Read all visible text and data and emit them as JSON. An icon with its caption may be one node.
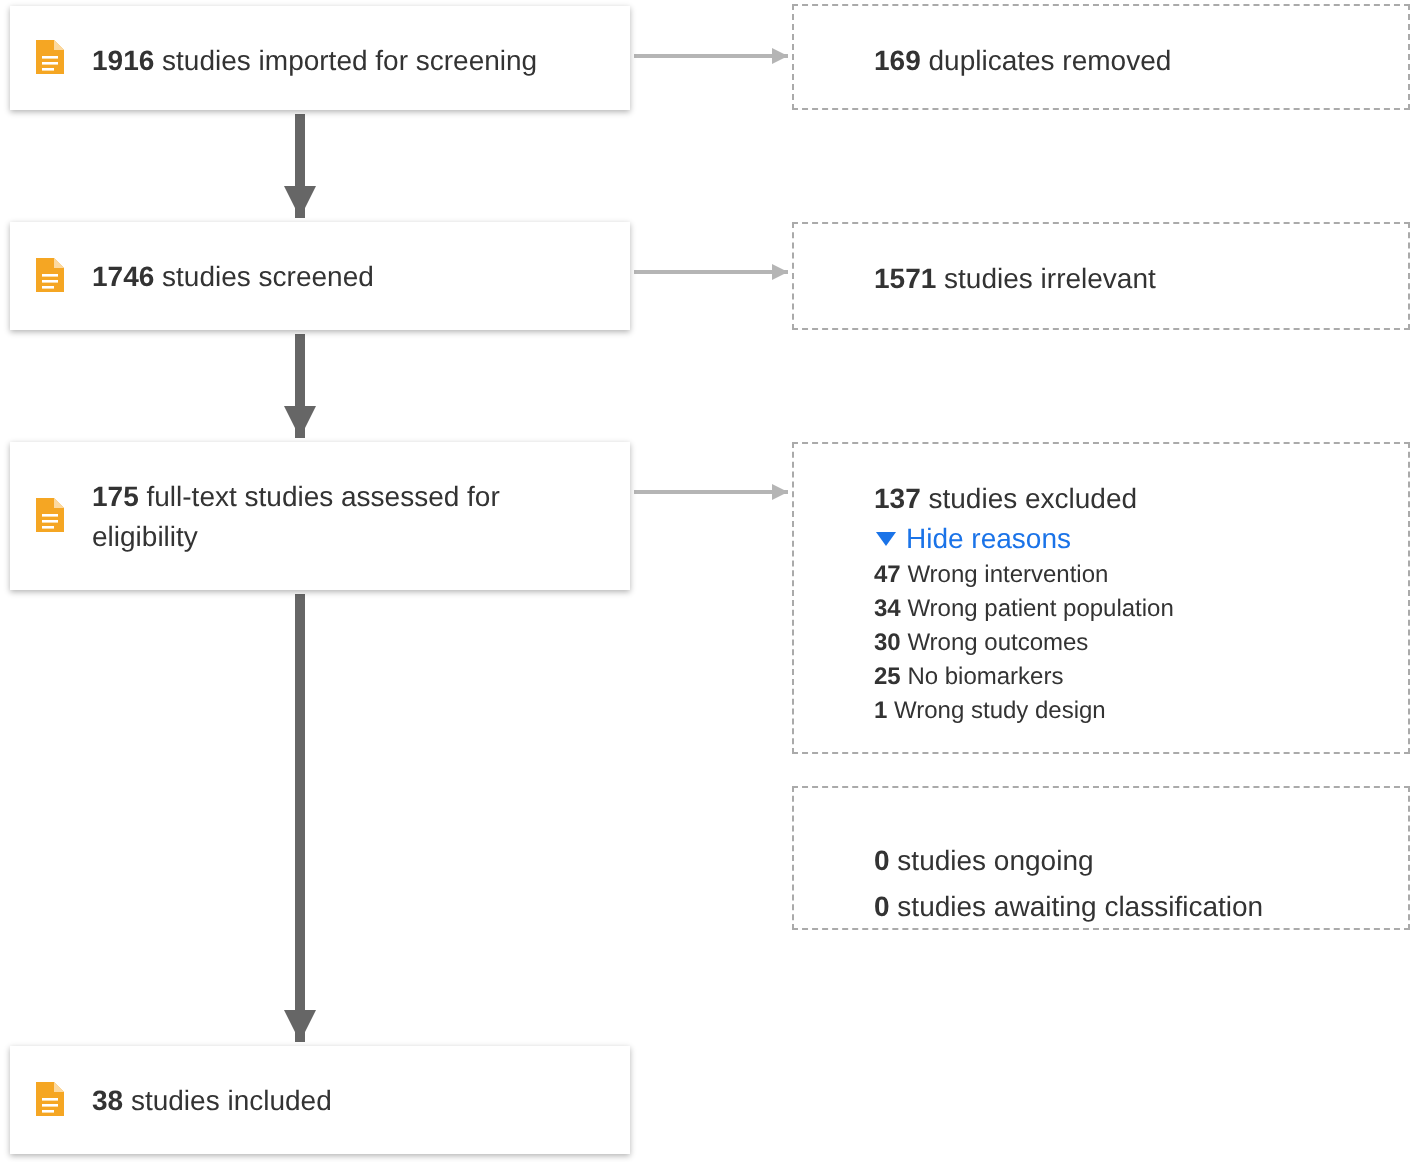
{
  "diagram": {
    "nodes": [
      {
        "text": [
          "**1916** studies imported for screening"
        ]
      },
      {
        "text": [
          "**169** duplicates removed"
        ]
      },
      {
        "text": [
          "**1746** studies screened"
        ]
      },
      {
        "text": [
          "**1571** studies irrelevant"
        ]
      },
      {
        "text": [
          "**175** full-text studies assessed for eligibility"
        ]
      },
      {
        "text": [
          "**137** studies excluded",
          "Hide reasons",
          "**47** Wrong intervention",
          "**34** Wrong patient population",
          "**30** Wrong outcomes",
          "**25** No biomarkers",
          "**1** Wrong study design"
        ]
      },
      {
        "text": [
          "**0** studies ongoing",
          "**0** studies awaiting classification"
        ]
      },
      {
        "text": [
          "**38** studies included"
        ]
      }
    ],
    "edges": [
      {
        "from": 0,
        "to": 1,
        "arrow": "to",
        "color": "#b5b5b5"
      },
      {
        "from": 0,
        "to": 2,
        "arrow": "to",
        "style": "thick",
        "color": "#666666"
      },
      {
        "from": 2,
        "to": 3,
        "arrow": "to",
        "color": "#b5b5b5"
      },
      {
        "from": 2,
        "to": 4,
        "arrow": "to",
        "style": "thick",
        "color": "#666666"
      },
      {
        "from": 4,
        "to": 5,
        "arrow": "to",
        "color": "#b5b5b5"
      },
      {
        "from": 4,
        "to": 7,
        "arrow": "to",
        "style": "thick",
        "color": "#666666"
      }
    ]
  }
}
